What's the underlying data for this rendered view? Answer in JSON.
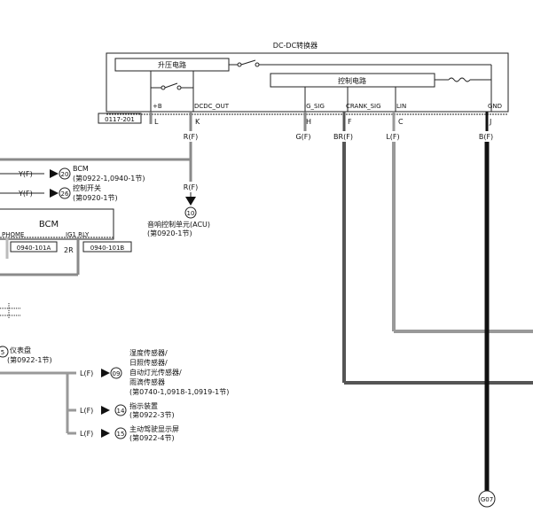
{
  "module": {
    "title": "DC-DC转换器",
    "boost_circuit": "升压电路",
    "control_circuit": "控制电路",
    "connector_id": "0117-201",
    "pins": [
      {
        "name": "+B",
        "num": "L",
        "wire": "",
        "color": "#8a8a8a"
      },
      {
        "name": "DCDC_OUT",
        "num": "K",
        "wire": "R(F)",
        "color": "#8a8a8a"
      },
      {
        "name": "IG_SIG",
        "num": "H",
        "wire": "G(F)",
        "color": "#8a8a8a"
      },
      {
        "name": "CRANK_SIG",
        "num": "F",
        "wire": "BR(F)",
        "color": "#555555"
      },
      {
        "name": "LIN",
        "num": "C",
        "wire": "L(F)",
        "color": "#999999"
      },
      {
        "name": "GND",
        "num": "J",
        "wire": "B(F)",
        "color": "#111111"
      }
    ]
  },
  "left_refs": [
    {
      "wire": "Y(F)",
      "ref": "20",
      "title": "BCM",
      "note": "(第0922-1,0940-1节)"
    },
    {
      "wire": "Y(F)",
      "ref": "26",
      "title": "控制开关",
      "note": "(第0920-1节)"
    }
  ],
  "acu": {
    "wire": "R(F)",
    "ref": "10",
    "title": "音响控制单元(ACU)",
    "note": "(第0920-1节)"
  },
  "bcm": {
    "title": "BCM",
    "pin_home": "PHOME",
    "pin_ig1": "IG1 RLY",
    "conn_a": "0940-101A",
    "conn_b": "0940-101B",
    "pin_num": "2R"
  },
  "meter": {
    "ref": "5",
    "title": "仪表盘",
    "note": "(第0922-1节)"
  },
  "lin_refs": [
    {
      "wire": "L(F)",
      "ref": "09",
      "lines": [
        "湿度传感器/",
        "日照传感器/",
        "自动灯光传感器/",
        "雨滴传感器",
        "(第0740-1,0918-1,0919-1节)"
      ]
    },
    {
      "wire": "L(F)",
      "ref": "14",
      "lines": [
        "指示装置",
        "(第0922-3节)"
      ]
    },
    {
      "wire": "L(F)",
      "ref": "15",
      "lines": [
        "主动驾驶显示屏",
        "(第0922-4节)"
      ]
    }
  ],
  "ground": "G07",
  "colors": {
    "red_wire": "#8a8a8a",
    "brown_wire": "#555555",
    "blue_wire": "#999999",
    "black_wire": "#111111",
    "yellow_wire": "#bbbbbb"
  }
}
